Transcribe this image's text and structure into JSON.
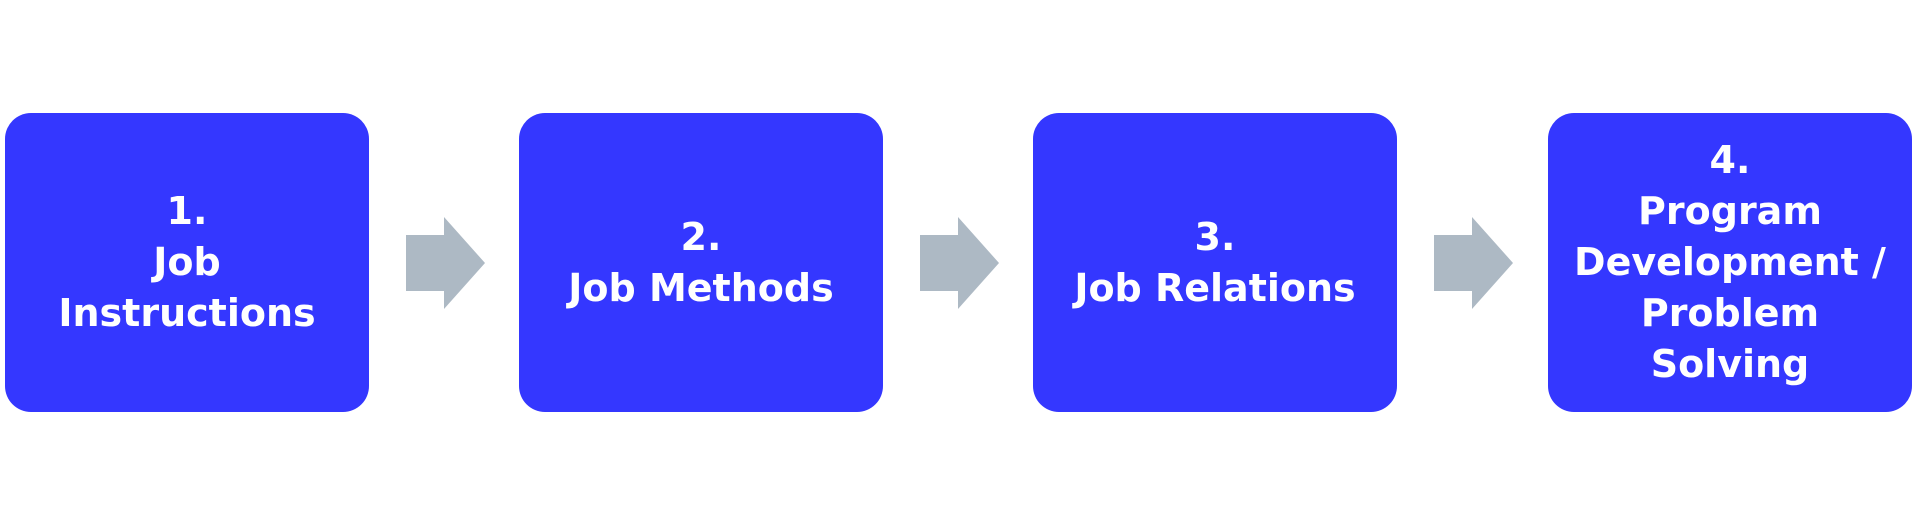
{
  "colors": {
    "box_fill": "#3437FF",
    "box_text": "#FFFFFF",
    "arrow_fill": "#ADB9C4",
    "background": "#FFFFFF"
  },
  "steps": [
    {
      "lines": [
        "1.",
        "Job",
        "Instructions"
      ]
    },
    {
      "lines": [
        "2.",
        "Job Methods"
      ]
    },
    {
      "lines": [
        "3.",
        "Job Relations"
      ]
    },
    {
      "lines": [
        "4.",
        "Program",
        "Development /",
        "Problem",
        "Solving"
      ]
    }
  ],
  "arrows": [
    "arrow-right-icon",
    "arrow-right-icon",
    "arrow-right-icon"
  ]
}
